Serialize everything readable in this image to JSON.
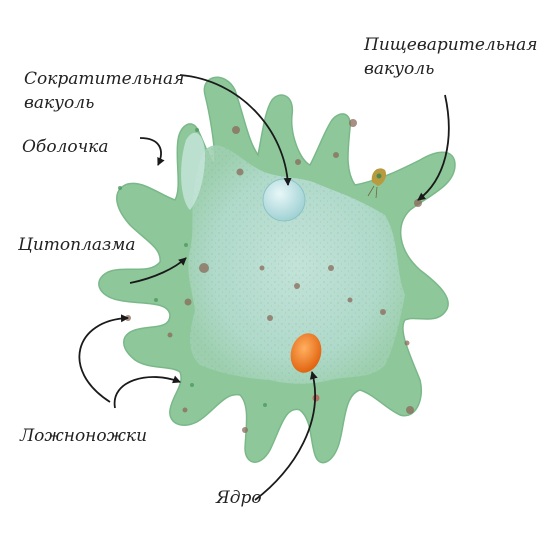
{
  "labels": {
    "contractile_vacuole": [
      "Сократительная",
      "вакуоль"
    ],
    "digestive_vacuole": [
      "Пищеварительная",
      "вакуоль"
    ],
    "membrane": "Оболочка",
    "cytoplasm": "Цитоплазма",
    "pseudopodia": "Ложноножки",
    "nucleus": "Ядро"
  },
  "colors": {
    "ectoplasm": "#8ec89a",
    "endoplasm": "#b7dcd2",
    "contractile_vacuole": "#bfe4e6",
    "nucleus": "#f07a1e",
    "inclusion": "#8a6a5a",
    "arrow": "#1a1a1a"
  }
}
